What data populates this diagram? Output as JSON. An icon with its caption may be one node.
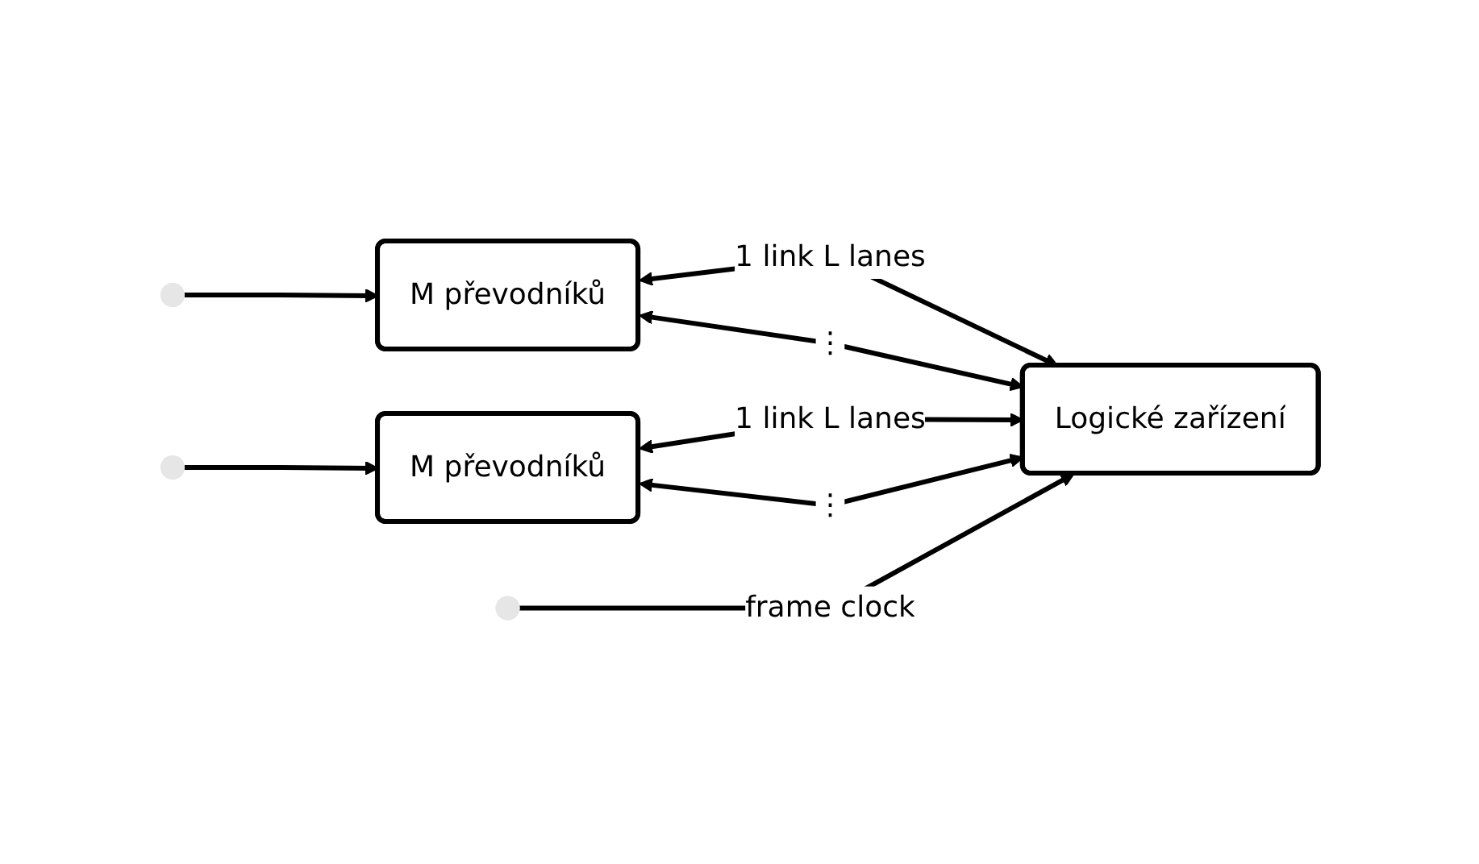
{
  "diagram": {
    "nodes": [
      {
        "text": [
          "M převodníků"
        ]
      },
      {
        "text": [
          "M převodníků"
        ]
      },
      {
        "text": [
          "Logické zařízení"
        ]
      }
    ],
    "edges": [
      {
        "from": 0,
        "to": 2,
        "arrow": "both",
        "label": "1 link L lanes"
      },
      {
        "from": 0,
        "to": 2,
        "arrow": "both",
        "label": "⋮"
      },
      {
        "from": 1,
        "to": 2,
        "arrow": "both",
        "label": "1 link L lanes"
      },
      {
        "from": 1,
        "to": 2,
        "arrow": "both",
        "label": "⋮"
      },
      {
        "from": null,
        "to": 0,
        "arrow": "to"
      },
      {
        "from": null,
        "to": 1,
        "arrow": "to"
      },
      {
        "from": null,
        "to": 2,
        "arrow": "to",
        "label": "frame clock"
      }
    ]
  }
}
